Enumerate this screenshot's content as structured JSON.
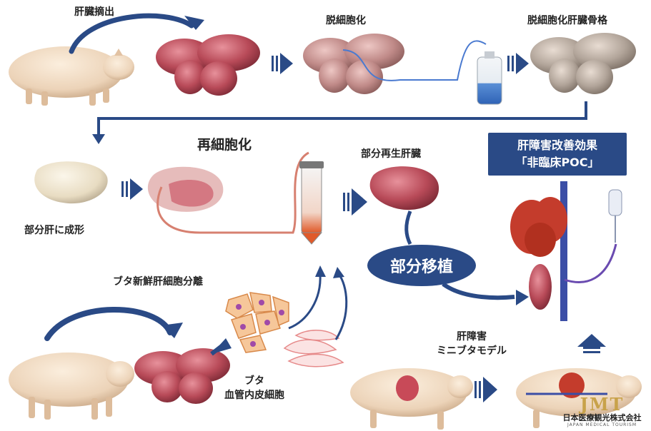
{
  "labels": {
    "liver_extraction": "肝臓摘出",
    "decellularization": "脱細胞化",
    "decellularized_scaffold": "脱細胞化肝臓骨格",
    "recellularization": "再細胞化",
    "partial_regenerated_liver": "部分再生肝臓",
    "shape_partial_liver": "部分肝に成形",
    "cell_isolation": "ブタ新鮮肝細胞分離",
    "endothelial_line1": "ブタ",
    "endothelial_line2": "血管内皮細胞",
    "model_line1": "肝障害",
    "model_line2": "ミニブタモデル",
    "partial_transplant": "部分移植"
  },
  "effect_box": {
    "line1": "肝障害改善効果",
    "line2": "「非臨床POC」"
  },
  "logo": {
    "mark": "JMT",
    "name_jp": "日本医療観光株式会社",
    "name_en": "JAPAN MEDICAL TOURISM"
  },
  "colors": {
    "navy": "#2a4a86",
    "liver_red": "#b84a58",
    "scaffold_gray": "#a89d96",
    "pig_skin": "#ecd3b8",
    "tube_orange": "#e05a2a"
  }
}
